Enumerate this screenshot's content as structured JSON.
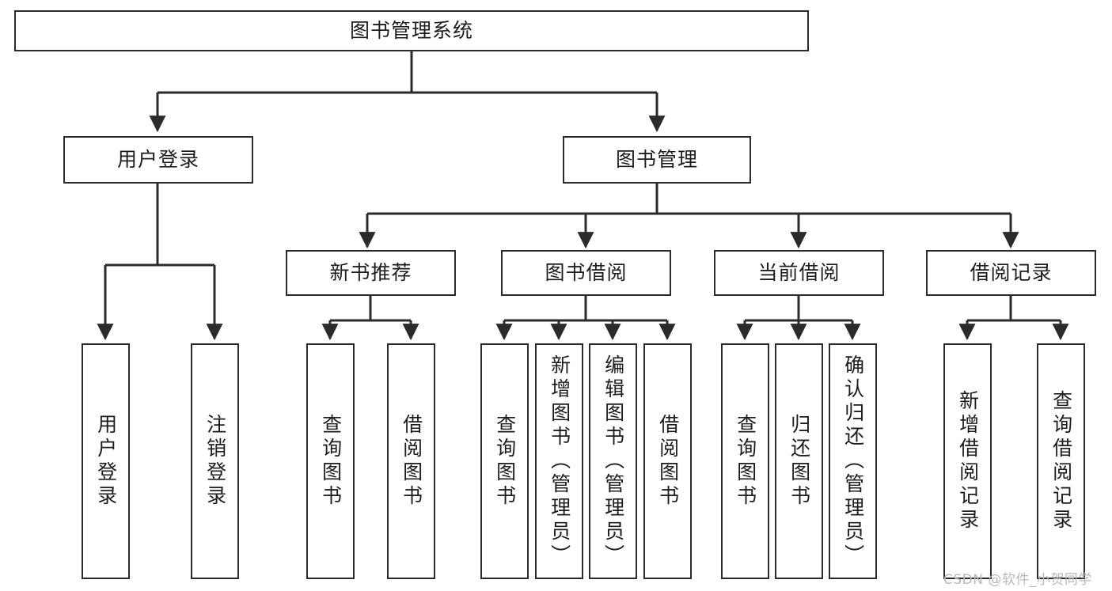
{
  "diagram": {
    "type": "tree-hierarchy-diagram",
    "title": "图书管理系统",
    "background_color": "#ffffff",
    "line_color": "#2b2b2b",
    "text_color": "#1d1d1d",
    "root": {
      "id": "root",
      "label": "图书管理系统"
    },
    "level2": [
      {
        "id": "user-login",
        "label": "用户登录"
      },
      {
        "id": "book-manage",
        "label": "图书管理"
      }
    ],
    "level3": [
      {
        "id": "new-book-recommend",
        "label": "新书推荐",
        "parent": "book-manage"
      },
      {
        "id": "book-borrow",
        "label": "图书借阅",
        "parent": "book-manage"
      },
      {
        "id": "current-borrow",
        "label": "当前借阅",
        "parent": "book-manage"
      },
      {
        "id": "borrow-record",
        "label": "借阅记录",
        "parent": "book-manage"
      }
    ],
    "leaves": [
      {
        "id": "leaf-user-login",
        "label": "用户登录",
        "parent": "user-login"
      },
      {
        "id": "leaf-logout",
        "label": "注销登录",
        "parent": "user-login"
      },
      {
        "id": "leaf-query-book-1",
        "label": "查询图书",
        "parent": "new-book-recommend"
      },
      {
        "id": "leaf-borrow-book-1",
        "label": "借阅图书",
        "parent": "new-book-recommend"
      },
      {
        "id": "leaf-query-book-2",
        "label": "查询图书",
        "parent": "book-borrow"
      },
      {
        "id": "leaf-add-book",
        "label": "新增图书（管理员）",
        "parent": "book-borrow"
      },
      {
        "id": "leaf-edit-book",
        "label": "编辑图书（管理员）",
        "parent": "book-borrow"
      },
      {
        "id": "leaf-borrow-book-2",
        "label": "借阅图书",
        "parent": "book-borrow"
      },
      {
        "id": "leaf-query-book-3",
        "label": "查询图书",
        "parent": "current-borrow"
      },
      {
        "id": "leaf-return-book",
        "label": "归还图书",
        "parent": "current-borrow"
      },
      {
        "id": "leaf-confirm-return",
        "label": "确认归还（管理员）",
        "parent": "current-borrow"
      },
      {
        "id": "leaf-add-record",
        "label": "新增借阅记录",
        "parent": "borrow-record"
      },
      {
        "id": "leaf-query-record",
        "label": "查询借阅记录",
        "parent": "borrow-record"
      }
    ]
  },
  "watermark": {
    "text": "CSDN @软件_小贺同学"
  }
}
